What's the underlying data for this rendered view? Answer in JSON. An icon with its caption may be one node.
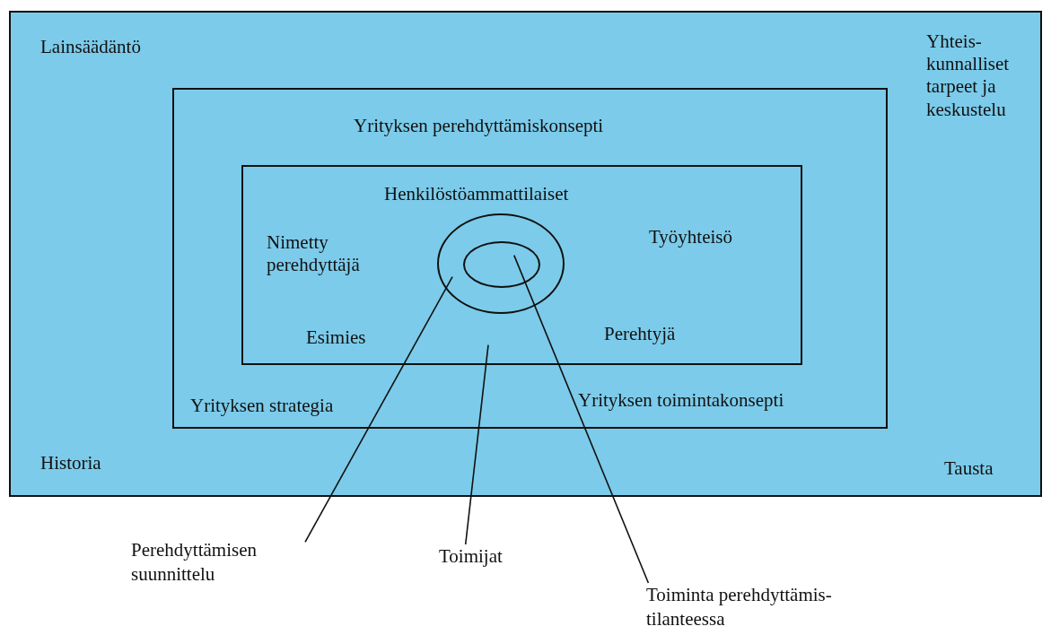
{
  "diagram": {
    "nodes": [
      {
        "text": [
          "Lainsäädäntö",
          "Yhteis- kunnalliset tarpeet ja keskustelu",
          "Historia",
          "Tausta"
        ]
      },
      {
        "text": [
          "Yrityksen perehdyttämiskonsepti",
          "Yrityksen strategia",
          "Yrityksen toimintakonsepti"
        ],
        "in": 0
      },
      {
        "text": [
          "Henkilöstöammattilaiset",
          "Nimetty perehdyttäjä",
          "Työyhteisö",
          "Esimies",
          "Perehtyjä"
        ],
        "in": 1
      },
      {
        "text": [],
        "shape": "circle",
        "in": 2
      },
      {
        "text": [],
        "shape": "circle",
        "in": 3
      },
      {
        "text": [
          "Perehdyttämisen suunnittelu"
        ]
      },
      {
        "text": [
          "Toimijat"
        ]
      },
      {
        "text": [
          "Toiminta perehdyttämis- tilanteessa"
        ]
      }
    ],
    "edges": [
      {
        "from": 5,
        "to": 3,
        "arrow": "none"
      },
      {
        "from": 6,
        "to": 2,
        "arrow": "none"
      },
      {
        "from": 7,
        "to": 4,
        "arrow": "none"
      }
    ]
  }
}
